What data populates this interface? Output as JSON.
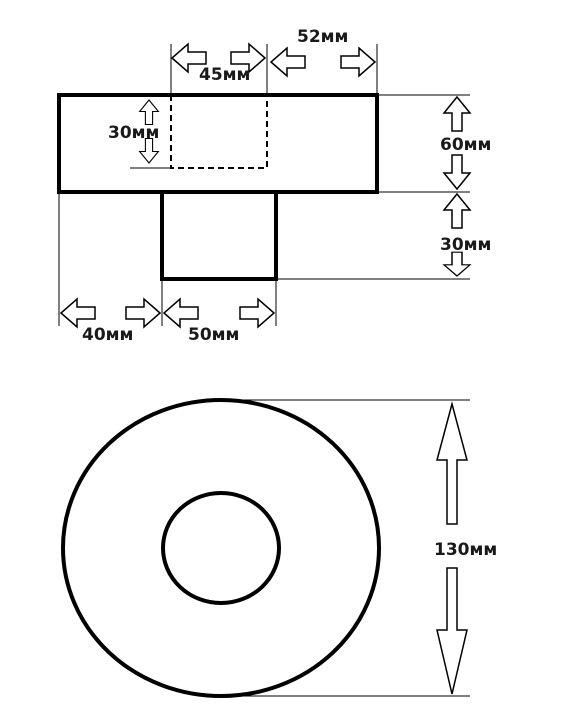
{
  "top_view": {
    "labels": {
      "top_hole_width": "45мм",
      "top_right_width": "52мм",
      "hole_depth": "30мм",
      "head_height": "60мм",
      "stem_height": "30мм",
      "left_offset": "40мм",
      "stem_width": "50мм"
    }
  },
  "bottom_view": {
    "labels": {
      "outer_diameter": "130мм"
    }
  },
  "colors": {
    "stroke": "#000000",
    "background": "#ffffff"
  }
}
